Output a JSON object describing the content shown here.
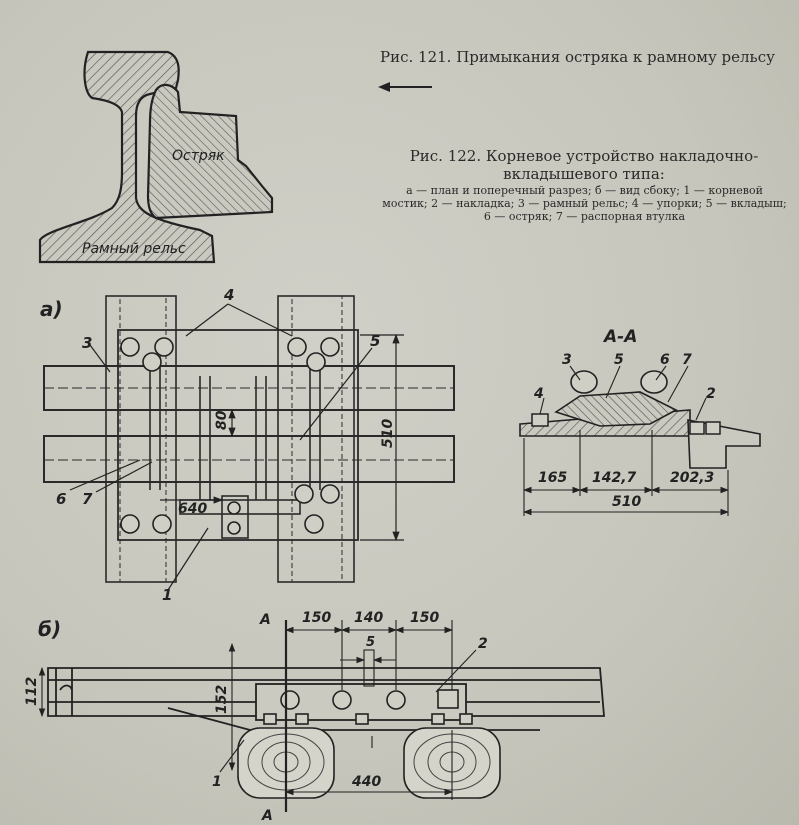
{
  "captions": {
    "fig121": "Рис. 121. Примыкания остряка к рамному рельсу",
    "fig122_title": "Рис. 122. Корневое устройство накладочно-вкладышевого типа:",
    "fig122_legend": "а — план и поперечный разрез; б — вид сбоку; 1 — корневой мостик; 2 — накладка; 3 — рамный рельс; 4 — упорки; 5 — вкладыш; 6 — остряк; 7 — распорная втулка"
  },
  "fig121": {
    "label_switch_rail": "Остряк",
    "label_stock_rail": "Рамный рельс"
  },
  "fig122a": {
    "panel_label": "а)",
    "section_label": "А-А",
    "callouts": [
      "1",
      "3",
      "4",
      "5",
      "6",
      "7"
    ],
    "dims": {
      "d80": "80",
      "d510": "510",
      "d640": "640"
    },
    "section_callouts": [
      "2",
      "3",
      "4",
      "5",
      "6",
      "7"
    ],
    "section_dims": {
      "d165": "165",
      "d142": "142,7",
      "d202": "202,3",
      "d510": "510"
    }
  },
  "fig122b": {
    "panel_label": "б)",
    "section_mark": "А",
    "dims": {
      "d150a": "150",
      "d140": "140",
      "d150b": "150",
      "d5": "5",
      "d112": "112",
      "d152": "152",
      "d440": "440"
    },
    "callouts": [
      "1",
      "2"
    ]
  },
  "colors": {
    "ink": "#2b2b2b",
    "paper": "#c8c8bf",
    "hatch": "#555555"
  }
}
